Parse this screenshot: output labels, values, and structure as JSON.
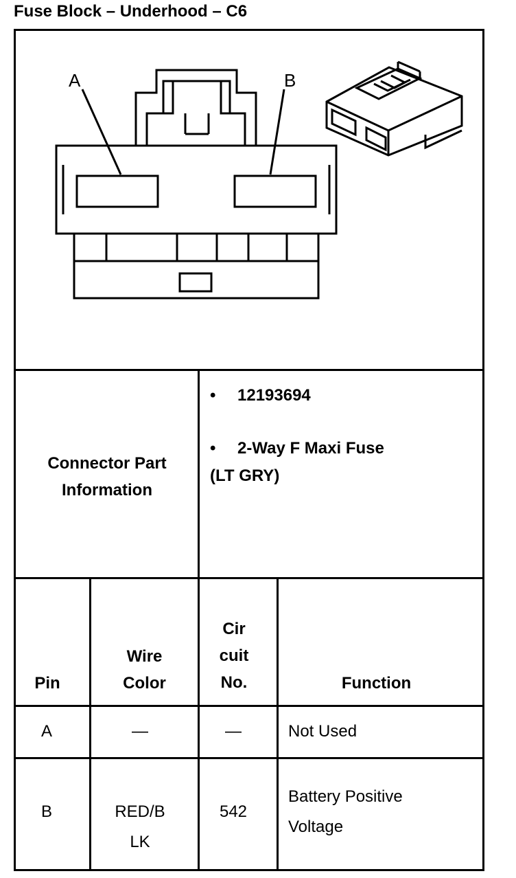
{
  "title": "Fuse Block – Underhood – C6",
  "diagram": {
    "label_a": "A",
    "label_b": "B"
  },
  "connector_info": {
    "label_line1": "Connector Part",
    "label_line2": "Information",
    "bullet1": "12193694",
    "bullet2_line1": "2-Way F Maxi Fuse",
    "bullet2_line2": "(LT GRY)",
    "bullet_char": "•"
  },
  "table": {
    "headers": {
      "pin": "Pin",
      "wire_color_1": "Wire",
      "wire_color_2": "Color",
      "circuit_1": "Cir",
      "circuit_2": "cuit",
      "circuit_3": "No.",
      "function": "Function"
    },
    "rows": [
      {
        "pin": "A",
        "wire_color_1": "—",
        "wire_color_2": "",
        "circuit": "—",
        "function_1": "Not Used",
        "function_2": ""
      },
      {
        "pin": "B",
        "wire_color_1": "RED/B",
        "wire_color_2": "LK",
        "circuit": "542",
        "function_1": "Battery Positive",
        "function_2": "Voltage"
      }
    ]
  }
}
